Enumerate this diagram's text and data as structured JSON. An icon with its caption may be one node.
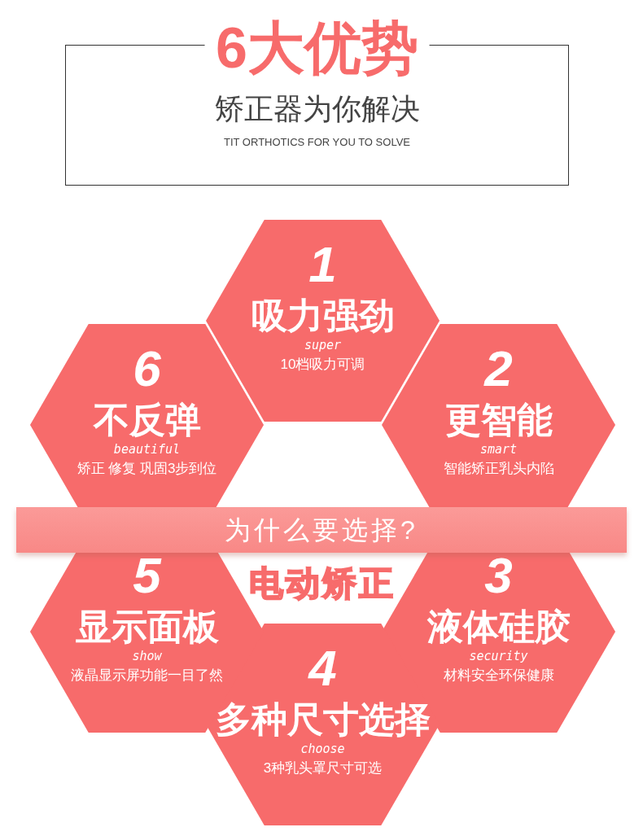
{
  "diagram": {
    "nodes": [
      {
        "text": [
          "6大优势",
          "矫正器为你解决",
          "TIT ORTHOTICS FOR YOU TO SOLVE"
        ]
      },
      {
        "text": [
          "1",
          "吸力强劲",
          "super",
          "10档吸力可调"
        ]
      },
      {
        "text": [
          "2",
          "更智能",
          "smart",
          "智能矫正乳头内陷"
        ]
      },
      {
        "text": [
          "3",
          "液体硅胶",
          "security",
          "材料安全环保健康"
        ]
      },
      {
        "text": [
          "4",
          "多种尺寸选择",
          "choose",
          "3种乳头罩尺寸可选"
        ]
      },
      {
        "text": [
          "5",
          "显示面板",
          "show",
          "液晶显示屏功能一目了然"
        ]
      },
      {
        "text": [
          "6",
          "不反弹",
          "beautiful",
          "矫正 修复 巩固3步到位"
        ]
      },
      {
        "text": [
          "为什么要选择?"
        ]
      }
    ],
    "labels": [
      "电动矫正"
    ]
  }
}
